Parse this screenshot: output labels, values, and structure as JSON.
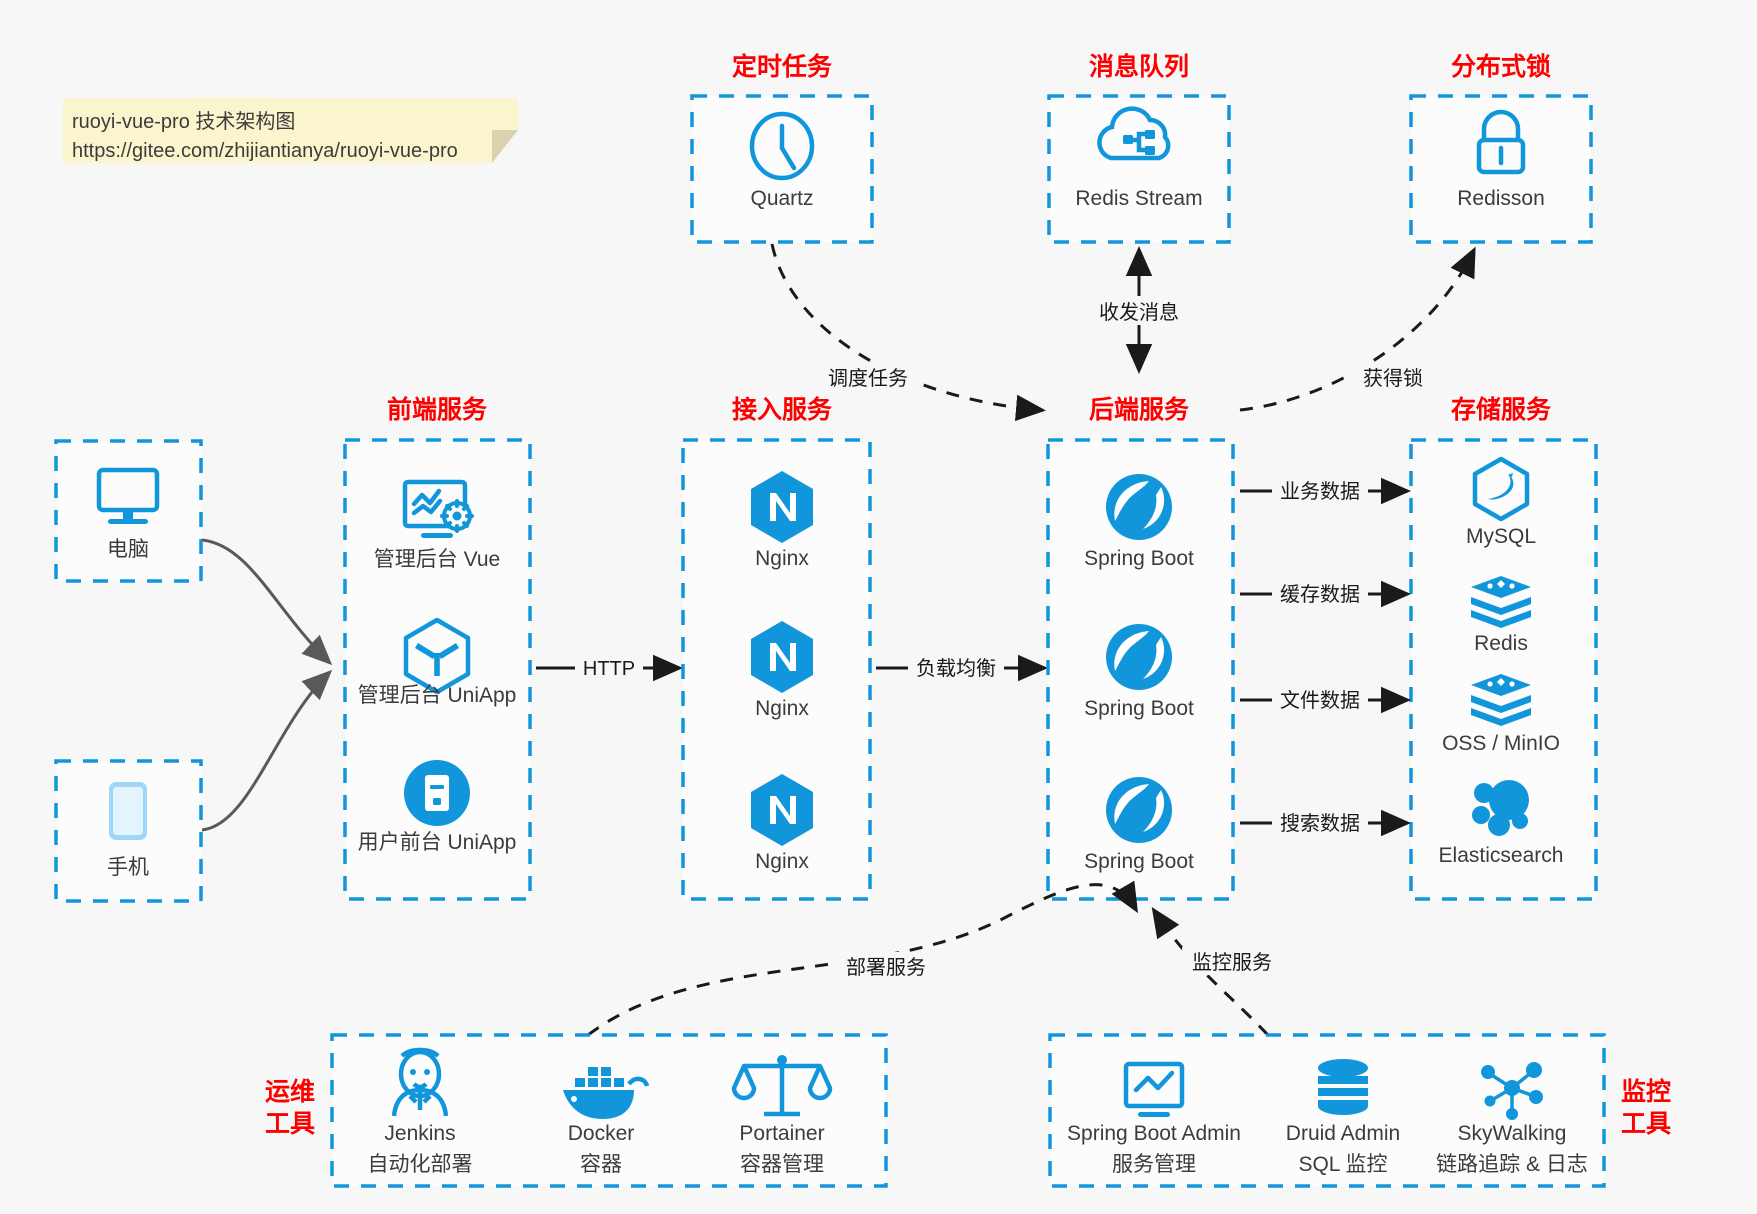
{
  "diagram": {
    "title": "ruoyi-vue-pro 技术架构图",
    "background_color": "#f7f7f7",
    "accent_color": "#1296db",
    "group_title_color": "#ff0000"
  },
  "note": {
    "line1": "ruoyi-vue-pro 技术架构图",
    "line2": "https://gitee.com/zhijiantianya/ruoyi-vue-pro",
    "bg_color": "#fbf5ce"
  },
  "groups": {
    "scheduled_task": {
      "title": "定时任务"
    },
    "message_queue": {
      "title": "消息队列"
    },
    "distributed_lock": {
      "title": "分布式锁"
    },
    "frontend": {
      "title": "前端服务"
    },
    "gateway": {
      "title": "接入服务"
    },
    "backend": {
      "title": "后端服务"
    },
    "storage": {
      "title": "存储服务"
    },
    "devops": {
      "title_line1": "运维",
      "title_line2": "工具"
    },
    "monitor": {
      "title_line1": "监控",
      "title_line2": "工具"
    }
  },
  "nodes": {
    "quartz": {
      "label": "Quartz",
      "icon": "clock-icon"
    },
    "redis_stream": {
      "label": "Redis Stream",
      "icon": "cloud-network-icon"
    },
    "redisson": {
      "label": "Redisson",
      "icon": "lock-icon"
    },
    "computer": {
      "label": "电脑",
      "icon": "desktop-icon"
    },
    "phone": {
      "label": "手机",
      "icon": "mobile-icon"
    },
    "admin_vue": {
      "label": "管理后台 Vue",
      "icon": "dashboard-settings-icon"
    },
    "admin_uniapp": {
      "label": "管理后台 UniApp",
      "icon": "cube-icon"
    },
    "user_uniapp": {
      "label": "用户前台 UniApp",
      "icon": "app-circle-icon"
    },
    "nginx_1": {
      "label": "Nginx",
      "icon": "nginx-icon"
    },
    "nginx_2": {
      "label": "Nginx",
      "icon": "nginx-icon"
    },
    "nginx_3": {
      "label": "Nginx",
      "icon": "nginx-icon"
    },
    "spring_boot_1": {
      "label": "Spring Boot",
      "icon": "spring-leaf-icon"
    },
    "spring_boot_2": {
      "label": "Spring Boot",
      "icon": "spring-leaf-icon"
    },
    "spring_boot_3": {
      "label": "Spring Boot",
      "icon": "spring-leaf-icon"
    },
    "mysql": {
      "label": "MySQL",
      "icon": "mysql-dolphin-icon"
    },
    "redis": {
      "label": "Redis",
      "icon": "redis-stack-icon"
    },
    "oss_minio": {
      "label": "OSS / MinIO",
      "icon": "object-storage-icon"
    },
    "elasticsearch": {
      "label": "Elasticsearch",
      "icon": "elasticsearch-icon"
    },
    "jenkins": {
      "label": "Jenkins",
      "sub": "自动化部署",
      "icon": "jenkins-butler-icon"
    },
    "docker": {
      "label": "Docker",
      "sub": "容器",
      "icon": "docker-whale-icon"
    },
    "portainer": {
      "label": "Portainer",
      "sub": "容器管理",
      "icon": "scales-icon"
    },
    "spring_boot_admin": {
      "label": "Spring Boot Admin",
      "sub": "服务管理",
      "icon": "monitor-chart-icon"
    },
    "druid_admin": {
      "label": "Druid Admin",
      "sub": "SQL 监控",
      "icon": "database-icon"
    },
    "skywalking": {
      "label": "SkyWalking",
      "sub": "链路追踪 & 日志",
      "icon": "network-nodes-icon"
    }
  },
  "edges": {
    "schedule_task": {
      "label": "调度任务"
    },
    "send_receive_message": {
      "label": "收发消息"
    },
    "acquire_lock": {
      "label": "获得锁"
    },
    "http": {
      "label": "HTTP"
    },
    "load_balance": {
      "label": "负载均衡"
    },
    "business_data": {
      "label": "业务数据"
    },
    "cache_data": {
      "label": "缓存数据"
    },
    "file_data": {
      "label": "文件数据"
    },
    "search_data": {
      "label": "搜索数据"
    },
    "deploy_service": {
      "label": "部署服务"
    },
    "monitor_service": {
      "label": "监控服务"
    }
  }
}
